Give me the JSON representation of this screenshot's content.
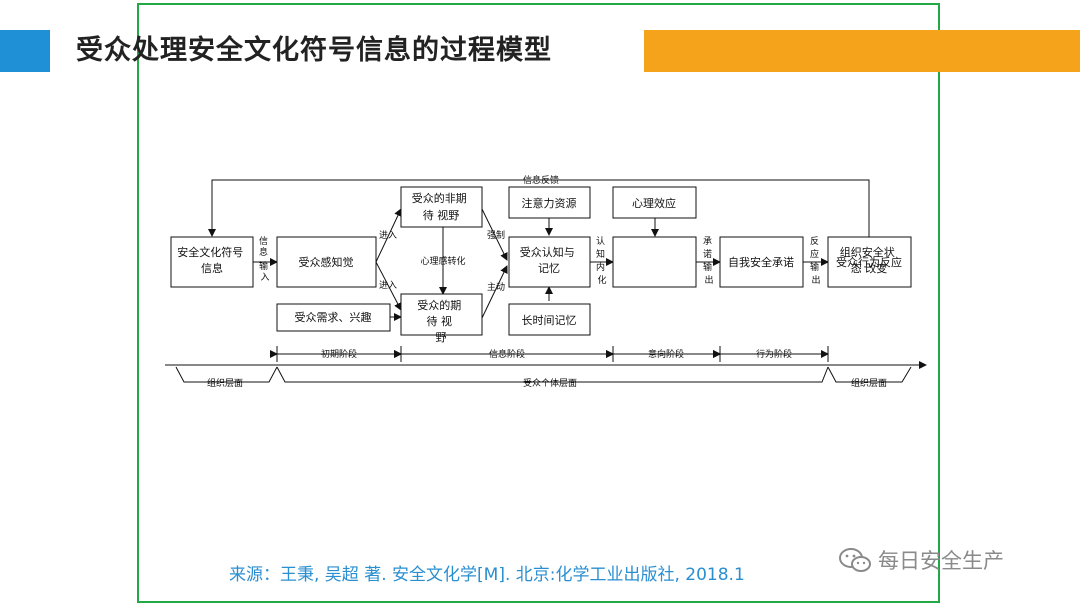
{
  "slide": {
    "title": "受众处理安全文化符号信息的过程模型",
    "source": "来源：王秉, 吴超 著. 安全文化学[M]. 北京:化学工业出版社, 2018.1",
    "watermark": "每日安全生产"
  },
  "diagram": {
    "nodes": {
      "safety_symbol": [
        "安全文化符号",
        "信息"
      ],
      "perception": [
        "受众感知觉"
      ],
      "unexpected": [
        "受众的非期",
        "待   视野"
      ],
      "expected": [
        "受众的期",
        "待  视",
        "野"
      ],
      "needs": [
        "受众需求、兴趣"
      ],
      "attention": [
        "注意力资源"
      ],
      "cognition": [
        "受众认知与",
        "记忆"
      ],
      "longterm": [
        "长时间记忆"
      ],
      "psych_effect": [
        "心理效应"
      ],
      "commitment": [
        "自我安全承诺"
      ],
      "behavior": [
        "受众行为反应"
      ],
      "org_change": [
        "组织安全状",
        "态  改变"
      ]
    },
    "labels": {
      "feedback": "信息反馈",
      "info_input": [
        "信",
        "息",
        "输",
        "入"
      ],
      "enter_top": "进入",
      "enter_bottom": "进入",
      "psych_shift": "心理感转化",
      "forced": "强制",
      "active": "主动",
      "cognize": [
        "认",
        "知",
        "内",
        "化"
      ],
      "commit_out": [
        "承",
        "诺",
        "输",
        "出"
      ],
      "react_out": [
        "反",
        "应",
        "输",
        "出"
      ]
    },
    "stages": [
      "初期阶段",
      "信息阶段",
      "意向阶段",
      "行为阶段"
    ],
    "levels": [
      "组织层面",
      "受众个体层面",
      "组织层面"
    ]
  }
}
